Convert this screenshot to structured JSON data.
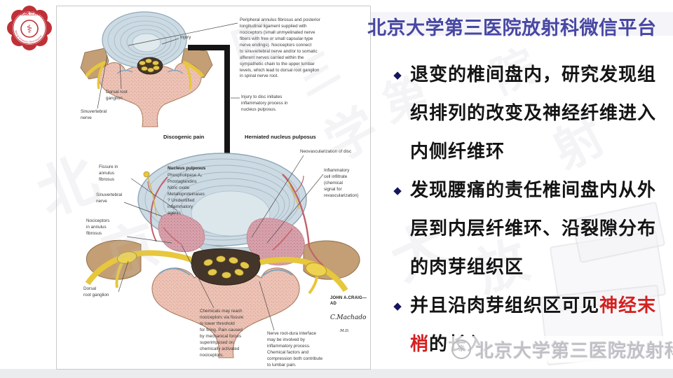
{
  "slide": {
    "title": "北京大学第三医院放射科微信平台",
    "bullet_glyph": "◆",
    "bullets": [
      {
        "lines": [
          [
            {
              "t": "退变的椎间盘内，研究发现组"
            }
          ],
          [
            {
              "t": "织排列的改变及神经纤维进入"
            }
          ],
          [
            {
              "t": "内侧纤维环"
            }
          ]
        ]
      },
      {
        "lines": [
          [
            {
              "t": "发现腰痛的责任椎间盘内从外"
            }
          ],
          [
            {
              "t": "层到内层纤维环、沿裂隙分布"
            }
          ],
          [
            {
              "t": "的肉芽组织区"
            }
          ]
        ]
      },
      {
        "lines": [
          [
            {
              "t": "并且沿肉芽组织区可见"
            },
            {
              "t": "神经末",
              "red": true
            }
          ],
          [
            {
              "t": "梢",
              "red": true
            },
            {
              "t": "的长入"
            }
          ]
        ]
      }
    ],
    "footer_watermark": "北京大学第三医院放射科",
    "colors": {
      "title": "#4847a3",
      "bullet_diamond": "#15155e",
      "highlight_red": "#d42020",
      "body_text": "#141414"
    }
  },
  "logo": {
    "top_text": "北医三院",
    "ring_text": "Peking University Third Hospital",
    "symbol": "⚕"
  },
  "figure": {
    "headings": {
      "discogenic": "Discogenic pain",
      "herniated": "Herniated nucleus pulposus"
    },
    "labels": {
      "peripheral": "Peripheral annulus fibrosus and posterior\nlongitudinal ligament supplied with\nnociceptors (small unmyelinated nerve\nfibers with free or small capsular-type\nnerve endings). Nociceptors connect\nto sinuvertebral nerve and/or to somatic\nafferent nerves carried within the\nsympathetic chain to the upper lumbar\nlevels, which lead to dorsal root ganglion\nin spinal nerve root.",
      "injury": "Injury",
      "injury_process": "Injury to disc initiates\ninflammatory process in\nnucleus pulposus.",
      "drg_top": "Dorsal root\nganglion",
      "svn_top": "Sinuvertebral\nnerve",
      "neovasc": "Neovascularization of disc",
      "nucleus_title": "Nucleus pulposus",
      "nucleus_body": "Phospholipase A₂\nProstaglandins\nNitric oxide\nMetalloproteinases\n? Unidentified\n  inflammatory\n  agents",
      "infl_cell": "Inflammatory\ncell infiltrate\n(chemical\nsignal for\nrevascularization)",
      "fissure": "Fissure in\nannulus\nfibrosus",
      "svn_bottom": "Sinuvertebral\nnerve",
      "nociceptors": "Nociceptors\nin annulus\nfibrosus",
      "drg_bottom": "Dorsal\nroot ganglion",
      "chemicals": "Chemicals may reach\nnociceptors via fissure\nto lower threshold\nfor firing. Pain caused\nby mechanical forces\nsuperimposed on\nchemically activated\nnociceptors.",
      "nerve_root": "Nerve root-dura interface\nmay be involved by\ninflammatory process.\nChemical factors and\ncompression both contribute\nto lumbar pain."
    },
    "signature": {
      "line1": "JOHN A.CRAIG—AD",
      "line2": "C.Machado",
      "line3": "M.D."
    }
  },
  "background_stamps": [
    "医",
    "三",
    "北",
    "京",
    "学",
    "第",
    "大",
    "放",
    "射",
    "院"
  ]
}
